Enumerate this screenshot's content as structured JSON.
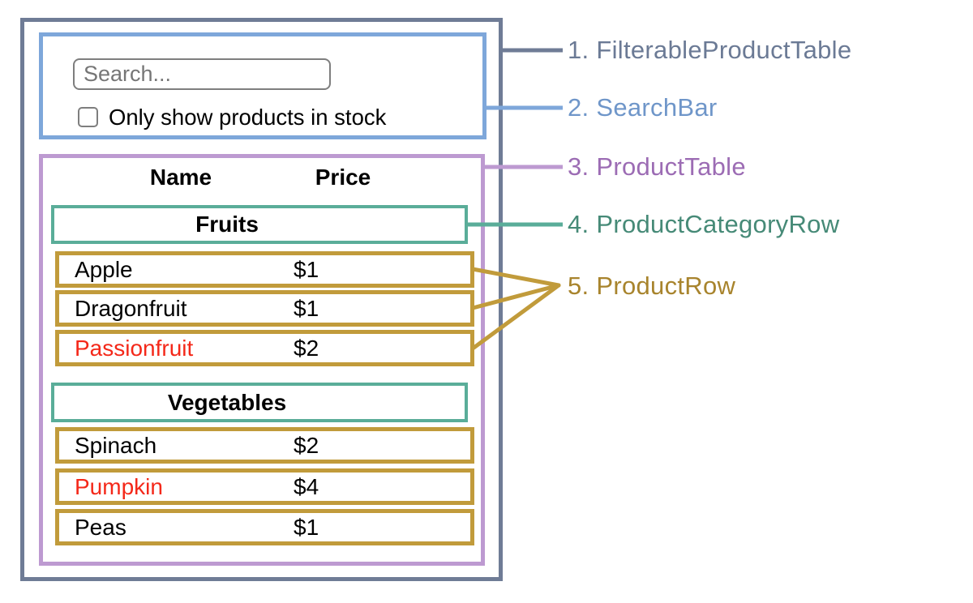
{
  "colors": {
    "slate": "#6f7c96",
    "slate-text": "#6b7a95",
    "blue": "#7ea7da",
    "blue-text": "#6f96c9",
    "purple": "#bd9ad1",
    "purple-text": "#9c6cb4",
    "teal": "#5aad99",
    "teal-text": "#468a77",
    "gold": "#c19b3b",
    "gold-text": "#a8842d",
    "red": "#f42819"
  },
  "search_bar": {
    "placeholder": "Search...",
    "checkbox_label": "Only show products in stock",
    "checkbox_checked": false
  },
  "table": {
    "headers": {
      "name": "Name",
      "price": "Price"
    },
    "sections": [
      {
        "category": "Fruits",
        "rows": [
          {
            "name": "Apple",
            "price": "$1",
            "in_stock": true
          },
          {
            "name": "Dragonfruit",
            "price": "$1",
            "in_stock": true
          },
          {
            "name": "Passionfruit",
            "price": "$2",
            "in_stock": false
          }
        ]
      },
      {
        "category": "Vegetables",
        "rows": [
          {
            "name": "Spinach",
            "price": "$2",
            "in_stock": true
          },
          {
            "name": "Pumpkin",
            "price": "$4",
            "in_stock": false
          },
          {
            "name": "Peas",
            "price": "$1",
            "in_stock": true
          }
        ]
      }
    ]
  },
  "legend": {
    "items": [
      {
        "label": "1. FilterableProductTable"
      },
      {
        "label": "2. SearchBar"
      },
      {
        "label": "3. ProductTable"
      },
      {
        "label": "4. ProductCategoryRow"
      },
      {
        "label": "5. ProductRow"
      }
    ]
  }
}
